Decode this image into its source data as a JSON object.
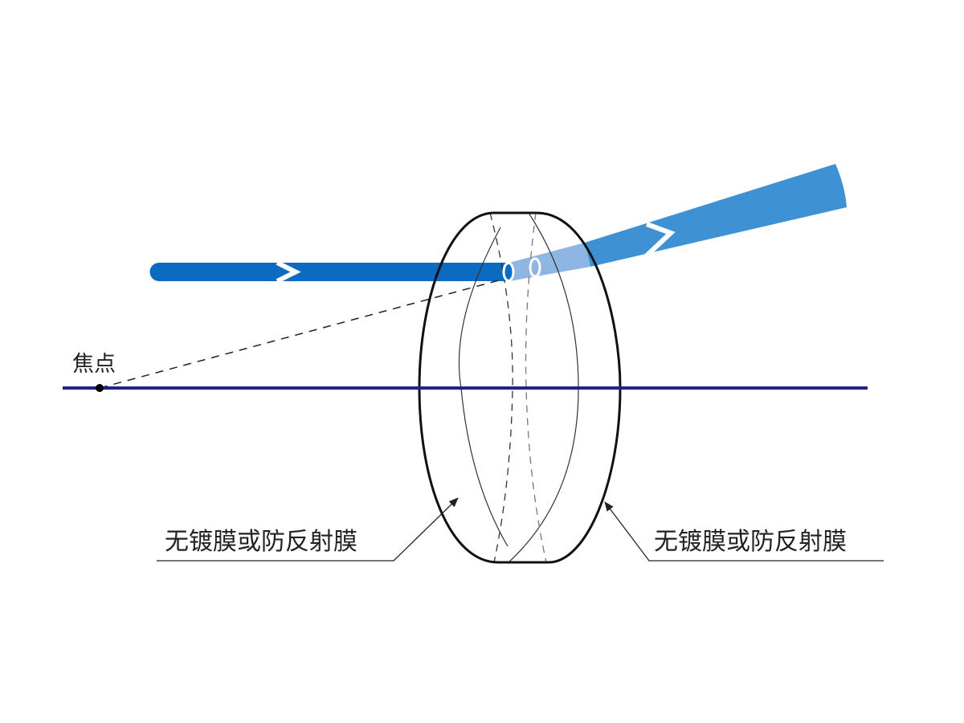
{
  "labels": {
    "focal_point": "焦点",
    "left_coating": "无镀膜或防反射膜",
    "right_coating": "无镀膜或防反射膜"
  },
  "colors": {
    "beam_incident": "#0a6bc0",
    "beam_inside": "#8fb6e2",
    "beam_exit": "#3e92d4",
    "optical_axis": "#1f2585",
    "lens_outline": "#111111"
  }
}
